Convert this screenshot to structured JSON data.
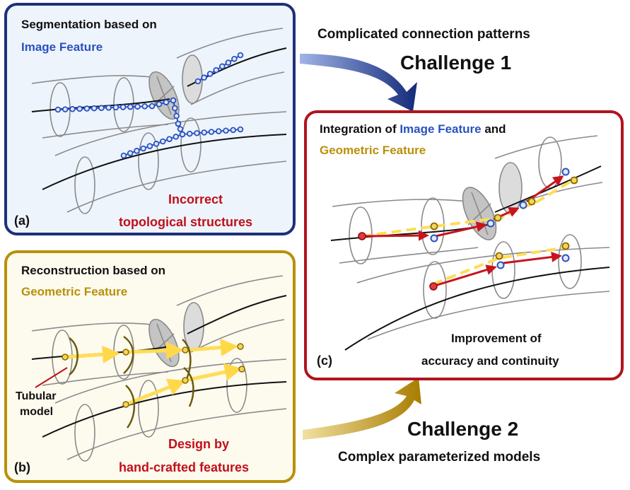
{
  "panel_a": {
    "title_line1": "Segmentation based on",
    "title_line2": "Image Feature",
    "caption_line1": "Incorrect",
    "caption_line2": "topological structures",
    "label": "(a)"
  },
  "panel_b": {
    "title_line1": "Reconstruction based on",
    "title_line2": "Geometric Feature",
    "model_label_line1": "Tubular",
    "model_label_line2": "model",
    "caption_line1": "Design by",
    "caption_line2": "hand-crafted features",
    "label": "(b)"
  },
  "panel_c": {
    "title_prefix": "Integration of ",
    "title_image": "Image Feature",
    "title_suffix": " and",
    "title_geo": "Geometric Feature",
    "caption_line1": "Improvement of",
    "caption_line2": "accuracy and continuity",
    "label": "(c)"
  },
  "challenge1": {
    "subtitle": "Complicated connection patterns",
    "title": "Challenge 1"
  },
  "challenge2": {
    "title": "Challenge 2",
    "subtitle": "Complex parameterized models"
  },
  "colors": {
    "blue": "#2a52be",
    "gold": "#b8900a",
    "red": "#c0101a",
    "navy": "#1b2a6b",
    "frame_a": "#1f2f7a",
    "frame_b": "#b8900a",
    "frame_c": "#b0141e",
    "bg_a": "#eef4fc",
    "bg_b": "#fdfaee",
    "arrow_yellow": "#ffdd55"
  }
}
